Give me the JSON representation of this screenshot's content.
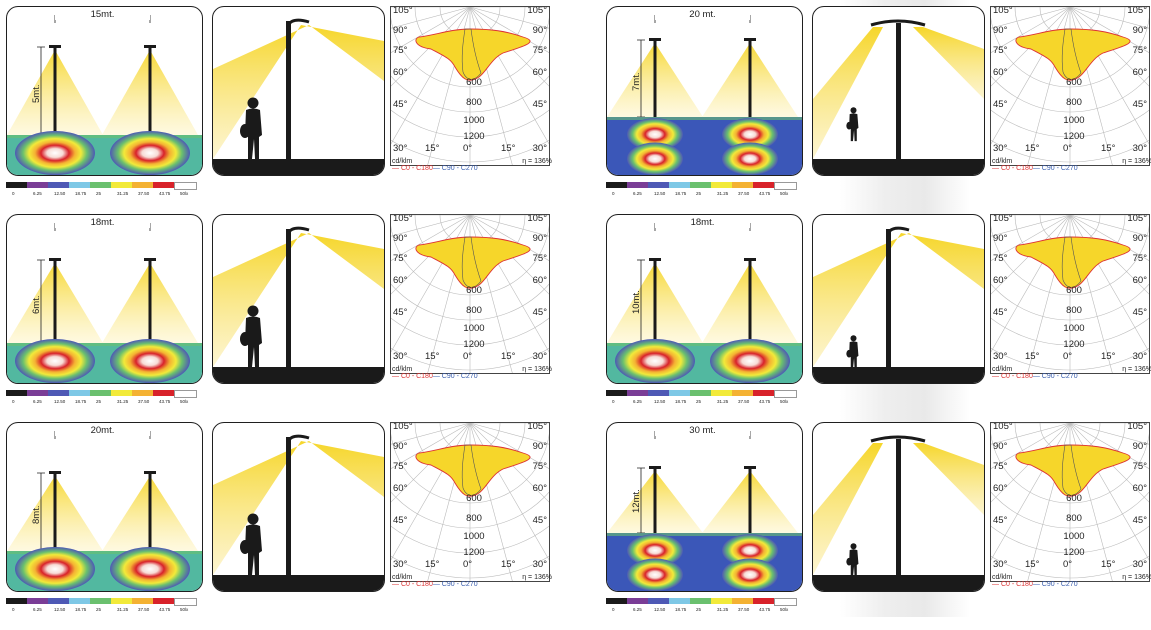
{
  "palette": {
    "light_cone": "#f6d62a",
    "heatmap_hot": "#ffffff",
    "ground": "#1a1a1a"
  },
  "legend": {
    "labels": [
      "0",
      "6.25",
      "12.50",
      "18.75",
      "25",
      "31.25",
      "37.50",
      "43.75",
      "50lx"
    ],
    "colors": [
      "#1b1b1b",
      "#7a3d96",
      "#4e59b5",
      "#7ec8e6",
      "#6ac06e",
      "#f2ea3a",
      "#f4b233",
      "#d8222a",
      "#ffffff"
    ]
  },
  "polar": {
    "angle_labels": {
      "top_left": [
        "105°",
        "90°",
        "75°",
        "60°",
        "45°",
        "30°"
      ],
      "top_right": [
        "105°",
        "90°",
        "75°",
        "60°",
        "45°",
        "30°"
      ],
      "bottom": [
        "15°",
        "0°",
        "15°"
      ]
    },
    "ring_labels": [
      "600",
      "800",
      "1000",
      "1200"
    ],
    "unit": "cd/klm",
    "efficiency": "η = 136%",
    "legend_c0": "— C0 - C180",
    "legend_c90": "— C90 - C270"
  },
  "configs": [
    {
      "id": "a",
      "spacing": "15mt.",
      "height": "5mt.",
      "double": false
    },
    {
      "id": "b",
      "spacing": "20 mt.",
      "height": "7mt.",
      "double": true
    },
    {
      "id": "c",
      "spacing": "18mt.",
      "height": "6mt.",
      "double": false
    },
    {
      "id": "d",
      "spacing": "18mt.",
      "height": "10mt.",
      "double": false
    },
    {
      "id": "e",
      "spacing": "20mt.",
      "height": "8mt.",
      "double": false
    },
    {
      "id": "f",
      "spacing": "30 mt.",
      "height": "12mt.",
      "double": true
    }
  ]
}
